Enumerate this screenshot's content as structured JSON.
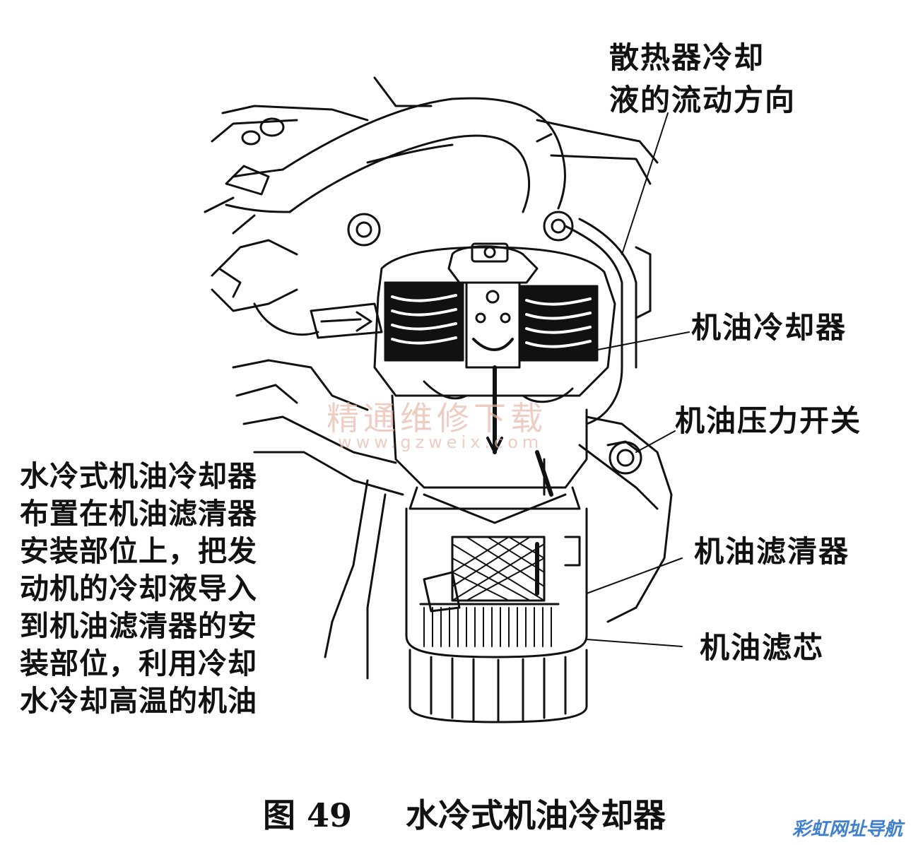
{
  "diagram": {
    "labels": {
      "radiator_flow": [
        "散热器冷却",
        "液的流动方向"
      ],
      "oil_cooler": "机油冷却器",
      "oil_pressure_switch": "机油压力开关",
      "oil_filter": "机油滤清器",
      "filter_element": "机油滤芯"
    },
    "description_lines": [
      "水冷式机油冷却器",
      "布置在机油滤清器",
      "安装部位上，把发",
      "动机的冷却液导入",
      "到机油滤清器的安",
      "装部位，利用冷却",
      "水冷却高温的机油"
    ],
    "caption": {
      "figure_number": "图 49",
      "title": "水冷式机油冷却器"
    }
  },
  "watermark": {
    "text": "精通维修下载",
    "url": "www.gzweix.com"
  },
  "footer_logo": "彩虹网址导航",
  "colors": {
    "ink": "#111111",
    "watermark": "#e7b9a9",
    "footer": "#3f7fd0"
  }
}
